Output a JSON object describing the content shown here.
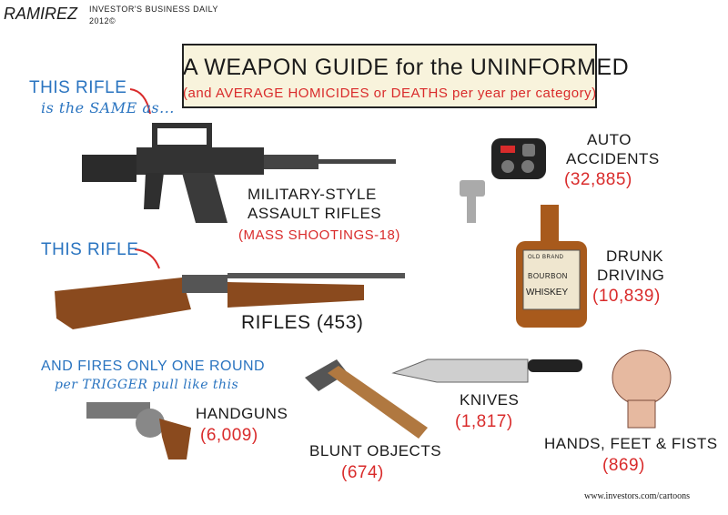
{
  "signature": {
    "artist": "RAMIREZ",
    "publisher": "INVESTOR'S BUSINESS DAILY",
    "year": "2012©"
  },
  "title_box": {
    "title_line": "A WEAPON GUIDE for the UNINFORMED",
    "subtitle_line": "(and AVERAGE HOMICIDES or DEATHS per year per category)"
  },
  "captions": {
    "assault_intro_1": "THIS RIFLE",
    "assault_intro_2": "is the SAME as...",
    "rifle_intro": "THIS RIFLE",
    "handgun_intro_1": "AND FIRES ONLY ONE ROUND",
    "handgun_intro_2": "per TRIGGER pull like this"
  },
  "categories": {
    "assault": {
      "label_1": "MILITARY-STYLE",
      "label_2": "ASSAULT RIFLES",
      "value": "(MASS SHOOTINGS-18)"
    },
    "rifles": {
      "label": "RIFLES (453)"
    },
    "handguns": {
      "label": "HANDGUNS",
      "value": "(6,009)"
    },
    "blunt": {
      "label": "BLUNT OBJECTS",
      "value": "(674)"
    },
    "knives": {
      "label": "KNIVES",
      "value": "(1,817)"
    },
    "hands": {
      "label": "HANDS, FEET & FISTS",
      "value": "(869)"
    },
    "auto": {
      "label_1": "AUTO",
      "label_2": "ACCIDENTS",
      "value": "(32,885)"
    },
    "drunk": {
      "label_1": "DRUNK",
      "label_2": "DRIVING",
      "value": "(10,839)"
    }
  },
  "bottle_label": {
    "brand": "OLD BRAND",
    "line1": "BOURBON",
    "line2": "WHISKEY"
  },
  "footer_url": "www.investors.com/cartoons",
  "colors": {
    "red": "#d92b2b",
    "blue": "#2a74c0",
    "title_bg": "#f8f3dc",
    "wood": "#8a4a1e",
    "whiskey": "#a85a1c"
  }
}
